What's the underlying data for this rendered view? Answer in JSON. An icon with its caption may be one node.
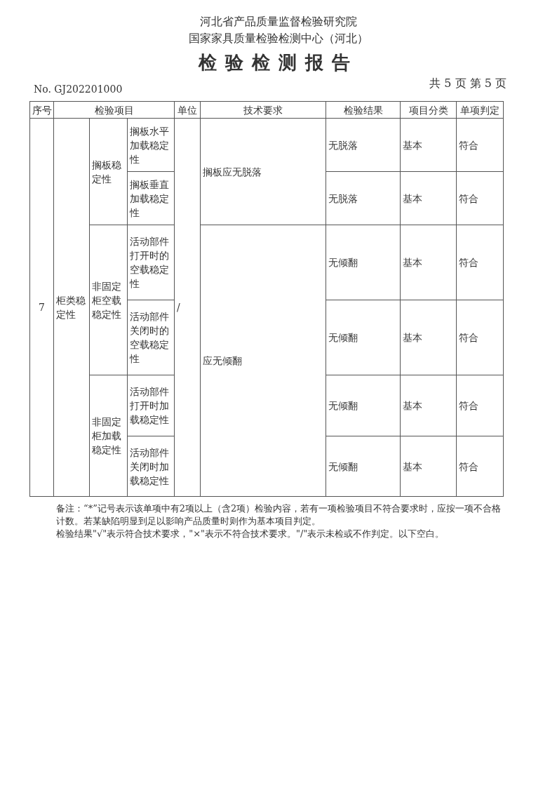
{
  "diagram": {
    "title": "检验检测报告",
    "labels": [
      "河北省产品质量监督检验研究院",
      "国家家具质量检验检测中心（河北）",
      "No. GJ202201000",
      "共 5 页 第 5 页",
      "序号",
      "检验项目",
      "单位",
      "技术要求",
      "检验结果",
      "项目分类",
      "单项判定",
      "7",
      "柜类稳定性",
      "搁板稳定性",
      "搁板水平加载稳定性",
      "/",
      "搁板应无脱落",
      "无脱落",
      "基本",
      "符合",
      "搁板垂直加载稳定性",
      "无脱落",
      "基本",
      "符合",
      "非固定柜空载稳定性",
      "活动部件打开时的空载稳定性",
      "应无倾翻",
      "无倾翻",
      "基本",
      "符合",
      "活动部件关闭时的空载稳定性",
      "无倾翻",
      "基本",
      "符合",
      "非固定柜加载稳定性",
      "活动部件打开时加载稳定性",
      "无倾翻",
      "基本",
      "符合",
      "活动部件关闭时加载稳定性",
      "无倾翻",
      "基本",
      "符合",
      "备注：“*”记号表示该单项中有2项以上（含2项）检验内容，若有一项检验项目不符合要求时，应按一项不合格计数。若某缺陷明显到足以影响产品质量时则作为基本项目判定。",
      "检验结果\"√\"表示符合技术要求，\"×\"表示不符合技术要求。\"/\"表示未检或不作判定。以下空白。"
    ]
  }
}
